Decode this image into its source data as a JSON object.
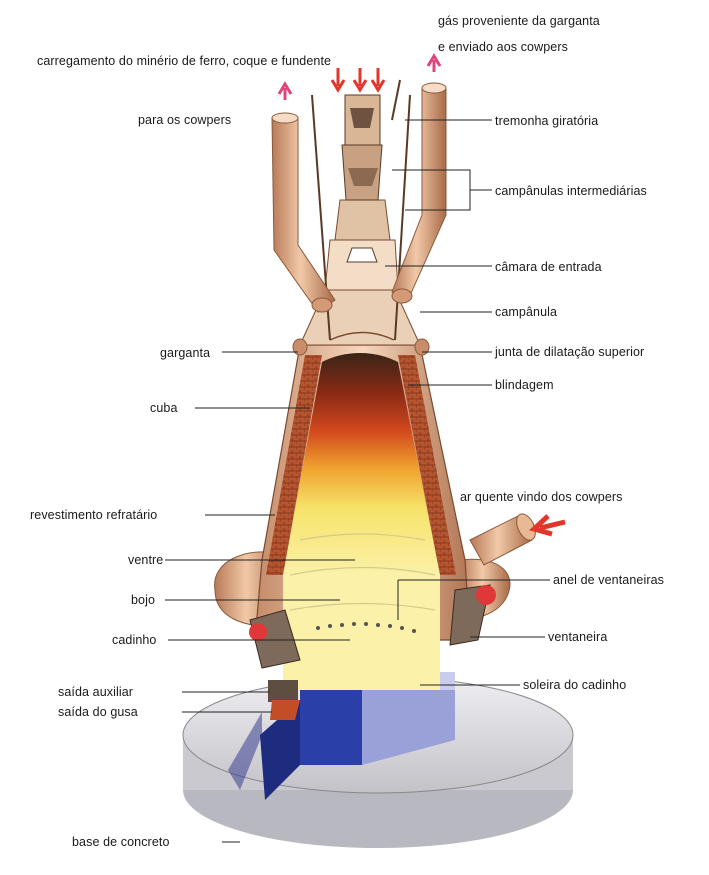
{
  "labels": {
    "gas_top_line1": "gás proveniente da garganta",
    "gas_top_line2": "e enviado aos cowpers",
    "carregamento": "carregamento do minério de ferro, coque e fundente",
    "para_os_cowpers": "para os cowpers",
    "tremonha": "tremonha giratória",
    "campanulas": "campânulas intermediárias",
    "camara": "câmara de entrada",
    "campanula": "campânula",
    "garganta": "garganta",
    "junta": "junta de dilatação superior",
    "blindagem": "blindagem",
    "cuba": "cuba",
    "revestimento": "revestimento refratário",
    "ar_quente": "ar quente vindo dos cowpers",
    "ventre": "ventre",
    "anel": "anel de ventaneiras",
    "bojo": "bojo",
    "cadinho": "cadinho",
    "ventaneira": "ventaneira",
    "saida_auxiliar": "saída auxiliar",
    "soleira": "soleira do cadinho",
    "saida_gusa": "saída do gusa",
    "base": "base de concreto"
  },
  "colors": {
    "label_text": "#1a1a1a",
    "leader_line": "#222222",
    "pipe": "#d9a27e",
    "refractory_brick": "#b5552f",
    "hot_zone": "#f6e36a",
    "charge_dark": "#3a2416",
    "concrete_base": "#d8d8dc",
    "hearth_block": "#283a9a",
    "arrow_red": "#e3362a",
    "arrow_pink": "#e0457a"
  }
}
